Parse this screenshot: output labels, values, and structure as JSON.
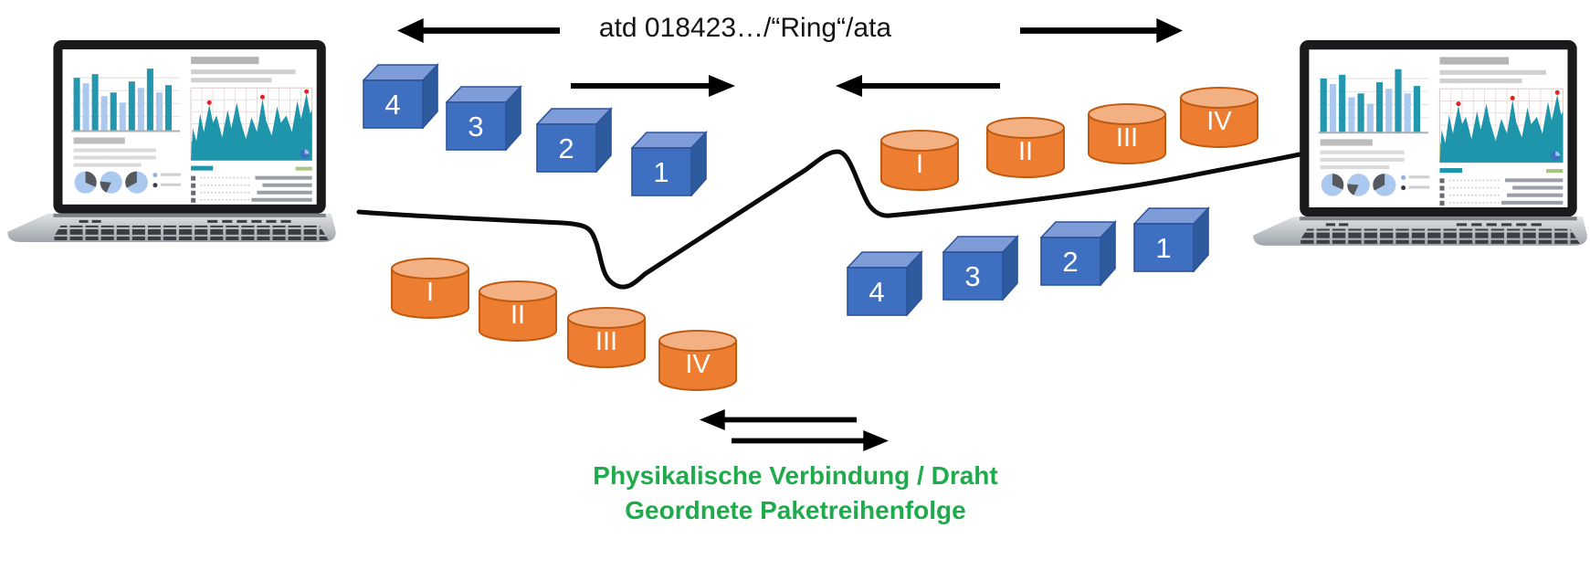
{
  "title": {
    "text": "atd 018423…/“Ring“/ata"
  },
  "caption": {
    "line1": "Physikalische Verbindung / Draht",
    "line2": "Geordnete Paketreihenfolge",
    "color": "#1FAB4C"
  },
  "laptops": {
    "left": {
      "name": "laptop-computer-left",
      "screen_content": "analytics-dashboard"
    },
    "right": {
      "name": "laptop-computer-right",
      "screen_content": "analytics-dashboard"
    }
  },
  "packets": {
    "upper_left_cubes": {
      "shape": "cube",
      "labels": [
        "4",
        "3",
        "2",
        "1"
      ]
    },
    "upper_right_cylinders": {
      "shape": "cylinder",
      "labels": [
        "I",
        "II",
        "III",
        "IV"
      ]
    },
    "lower_left_cylinders": {
      "shape": "cylinder",
      "labels": [
        "I",
        "II",
        "III",
        "IV"
      ]
    },
    "lower_right_cubes": {
      "shape": "cube",
      "labels": [
        "4",
        "3",
        "2",
        "1"
      ]
    }
  },
  "arrows": {
    "top_left_black": {
      "direction": "left",
      "color": "#0D0D0D"
    },
    "top_right_black": {
      "direction": "right",
      "color": "#0D0D0D"
    },
    "blue_packets": {
      "direction": "right",
      "color": "#4472C4"
    },
    "orange_packets": {
      "direction": "left",
      "color": "#C55A11"
    },
    "green_upper": {
      "direction": "left",
      "color": "#1FB14C"
    },
    "green_lower": {
      "direction": "right",
      "color": "#1FB14C"
    }
  },
  "colors": {
    "cube_front": "#3F6FC1",
    "cube_top": "#7E9CD8",
    "cube_side": "#2E5A9E",
    "cylinder_body": "#ED7D31",
    "cylinder_top": "#F3B183",
    "cylinder_outline": "#C05A11",
    "wire": "#0A0A0A"
  }
}
